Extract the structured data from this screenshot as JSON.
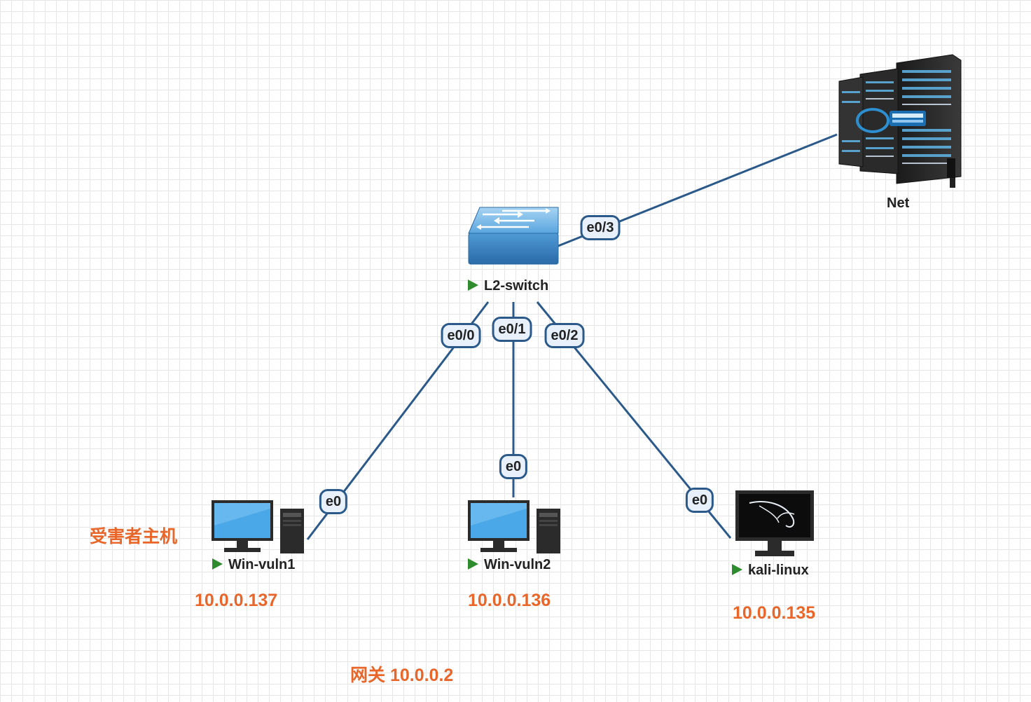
{
  "nodes": {
    "switch": {
      "name": "L2-switch"
    },
    "net": {
      "name": "Net"
    },
    "win1": {
      "name": "Win-vuln1",
      "ip": "10.0.0.137"
    },
    "win2": {
      "name": "Win-vuln2",
      "ip": "10.0.0.136"
    },
    "kali": {
      "name": "kali-linux",
      "ip": "10.0.0.135"
    }
  },
  "ports": {
    "sw_e03": "e0/3",
    "sw_e00": "e0/0",
    "sw_e01": "e0/1",
    "sw_e02": "e0/2",
    "win1_e0": "e0",
    "win2_e0": "e0",
    "kali_e0": "e0"
  },
  "annotations": {
    "victim_host": "受害者主机",
    "gateway": "网关 10.0.0.2"
  },
  "colors": {
    "link": "#2b5a8a",
    "annotation": "#e8662a",
    "running": "#2e8b2e"
  },
  "icons": {
    "switch": "l2-switch-icon",
    "net": "server-rack-icon",
    "win1": "desktop-pc-icon",
    "win2": "desktop-pc-icon",
    "kali": "kali-monitor-icon"
  }
}
